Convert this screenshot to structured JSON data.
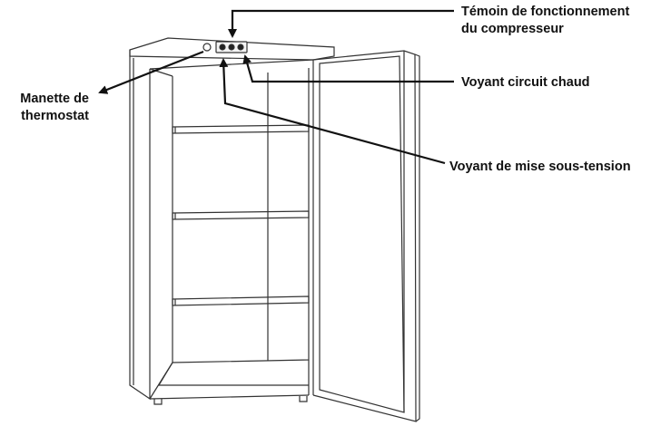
{
  "diagram": {
    "labels": {
      "compressor_line1": "Témoin de fonctionnement",
      "compressor_line2": "du compresseur",
      "hot_circuit": "Voyant circuit chaud",
      "power": "Voyant de mise sous-tension",
      "thermostat_line1": "Manette de",
      "thermostat_line2": "thermostat"
    },
    "colors": {
      "ink": "#111111",
      "line": "#333333",
      "background": "#ffffff"
    }
  }
}
